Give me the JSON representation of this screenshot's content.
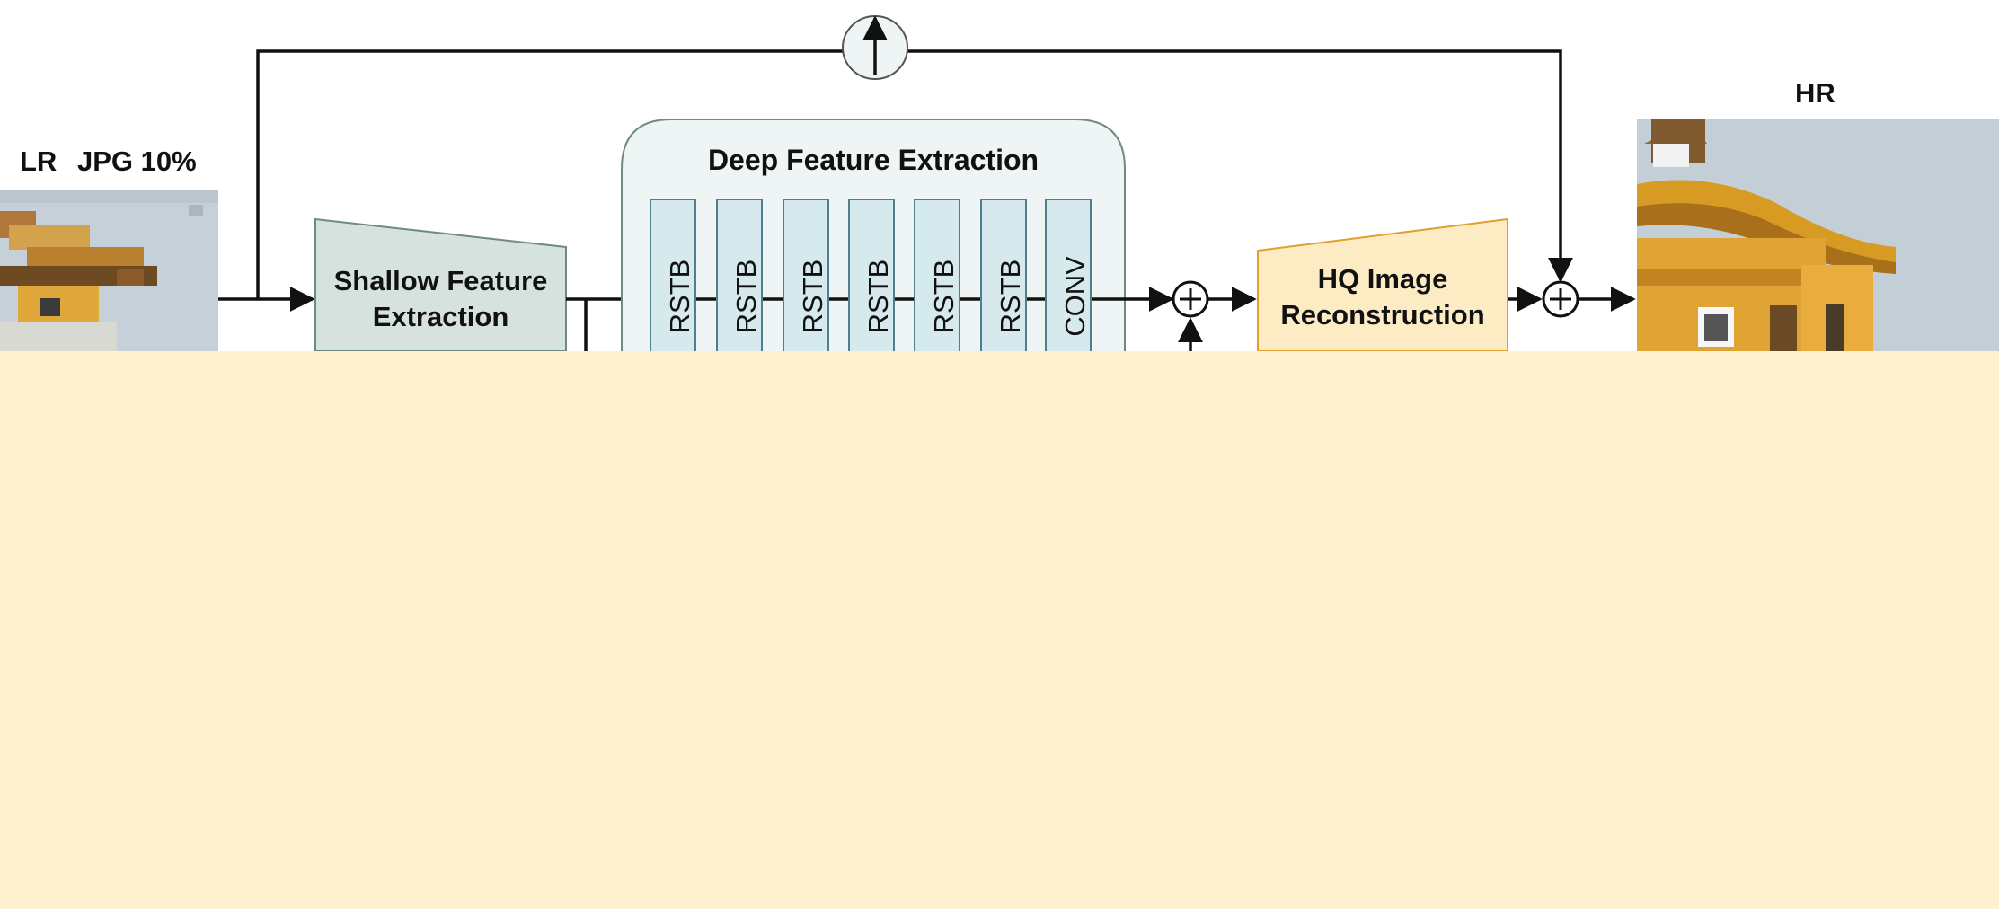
{
  "labels": {
    "lr": "LR",
    "jpg": "JPG 10%",
    "hr": "HR"
  },
  "shallow": {
    "line1": "Shallow Feature",
    "line2": "Extraction"
  },
  "deep": {
    "title": "Deep Feature Extraction",
    "blocks": [
      "RSTB",
      "RSTB",
      "RSTB",
      "RSTB",
      "RSTB",
      "RSTB",
      "CONV"
    ]
  },
  "reconstruction": {
    "line1": "HQ Image",
    "line2": "Reconstruction"
  },
  "colors": {
    "shallow_fill": "#d6e2de",
    "deep_fill": "#eef5f4",
    "block_fill": "#d6eaee",
    "recon_fill": "#fdebc4",
    "recon_stroke": "#e0a030",
    "cover": "#fff0cf",
    "sky": "#c3ced6",
    "roof": "#d79a22"
  }
}
